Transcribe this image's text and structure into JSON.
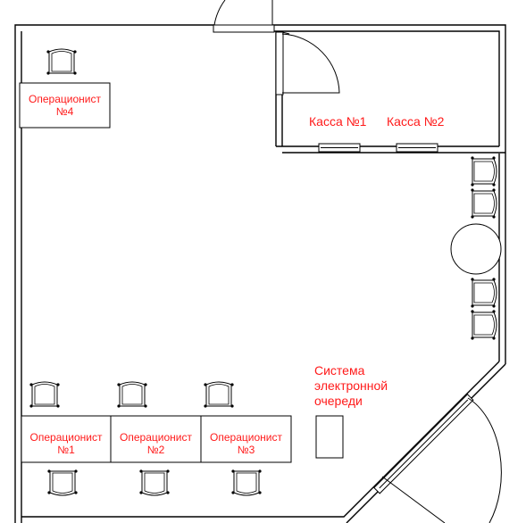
{
  "colors": {
    "label": "#ff1a1a",
    "walls": "#000000"
  },
  "workstations": [
    {
      "id": "op4",
      "label": "Операционист\n№4"
    },
    {
      "id": "op1",
      "label": "Операционист\n№1"
    },
    {
      "id": "op2",
      "label": "Операционист\n№2"
    },
    {
      "id": "op3",
      "label": "Операционист\n№3"
    }
  ],
  "cashdesks": [
    {
      "id": "k1",
      "label": "Касса №1"
    },
    {
      "id": "k2",
      "label": "Касса №2"
    }
  ],
  "queue_system": {
    "label": "Система\nэлектронной\nочереди"
  }
}
